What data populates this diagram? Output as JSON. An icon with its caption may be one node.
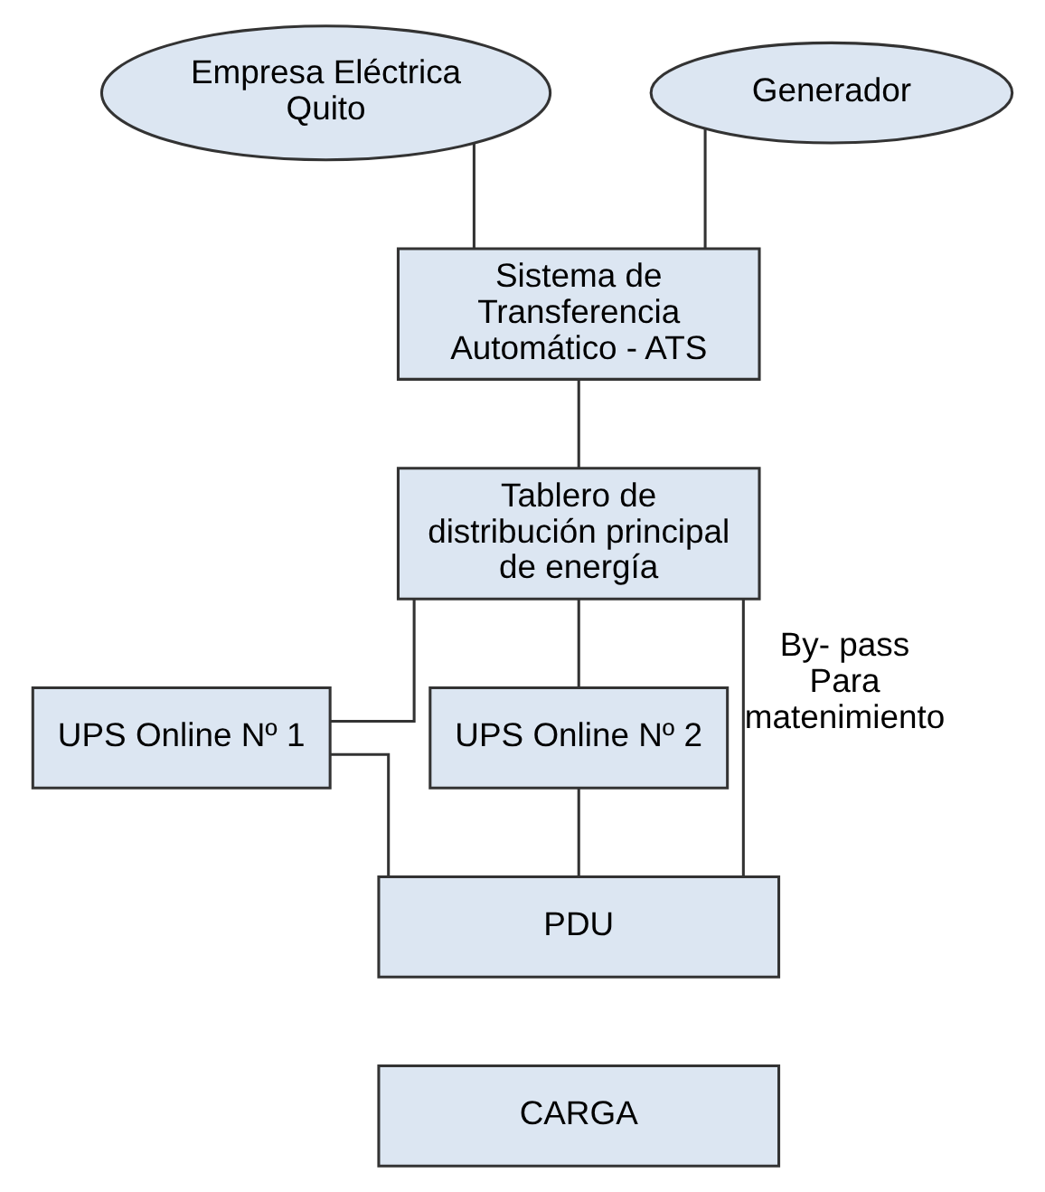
{
  "diagram": {
    "nodes": [
      {
        "text": [
          "Empresa Eléctrica Quito"
        ]
      },
      {
        "text": [
          "Generador"
        ]
      },
      {
        "text": [
          "Sistema de Transferencia Automático - ATS"
        ]
      },
      {
        "text": [
          "Tablero de distribución principal de energía"
        ]
      },
      {
        "text": [
          "UPS Online Nº 1"
        ]
      },
      {
        "text": [
          "UPS Online Nº 2"
        ]
      },
      {
        "text": [
          "PDU"
        ]
      },
      {
        "text": [
          "CARGA"
        ]
      }
    ],
    "edges": [
      {
        "from": 0,
        "to": 2,
        "arrow": "none"
      },
      {
        "from": 1,
        "to": 2,
        "arrow": "none"
      },
      {
        "from": 2,
        "to": 3,
        "arrow": "none"
      },
      {
        "from": 3,
        "to": 4,
        "arrow": "none"
      },
      {
        "from": 3,
        "to": 5,
        "arrow": "none"
      },
      {
        "from": 3,
        "to": 6,
        "arrow": "none",
        "label": "By- pass Para matenimiento"
      },
      {
        "from": 4,
        "to": 6,
        "arrow": "none"
      },
      {
        "from": 5,
        "to": 6,
        "arrow": "none"
      }
    ]
  }
}
